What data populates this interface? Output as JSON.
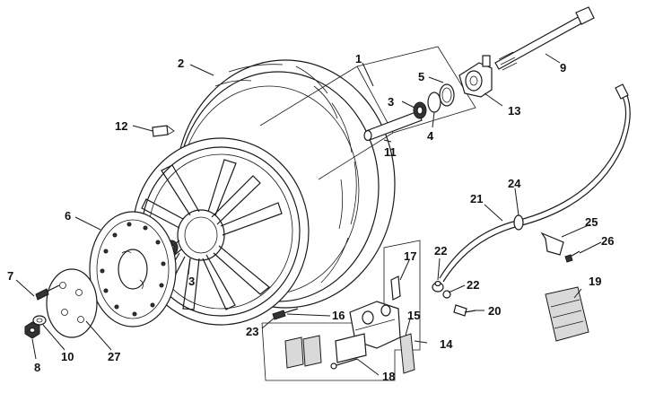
{
  "callouts": [
    {
      "id": "c1",
      "text": "1"
    },
    {
      "id": "c2",
      "text": "2"
    },
    {
      "id": "c3a",
      "text": "3"
    },
    {
      "id": "c5",
      "text": "5"
    },
    {
      "id": "c9",
      "text": "9"
    },
    {
      "id": "c13",
      "text": "13"
    },
    {
      "id": "c4",
      "text": "4"
    },
    {
      "id": "c11",
      "text": "11"
    },
    {
      "id": "c12",
      "text": "12"
    },
    {
      "id": "c6",
      "text": "6"
    },
    {
      "id": "c3b",
      "text": "3"
    },
    {
      "id": "c7",
      "text": "7"
    },
    {
      "id": "c8",
      "text": "8"
    },
    {
      "id": "c10",
      "text": "10"
    },
    {
      "id": "c27",
      "text": "27"
    },
    {
      "id": "c23",
      "text": "23"
    },
    {
      "id": "c16",
      "text": "16"
    },
    {
      "id": "c17",
      "text": "17"
    },
    {
      "id": "c15",
      "text": "15"
    },
    {
      "id": "c14",
      "text": "14"
    },
    {
      "id": "c18",
      "text": "18"
    },
    {
      "id": "c21",
      "text": "21"
    },
    {
      "id": "c24",
      "text": "24"
    },
    {
      "id": "c25",
      "text": "25"
    },
    {
      "id": "c26",
      "text": "26"
    },
    {
      "id": "c22a",
      "text": "22"
    },
    {
      "id": "c22b",
      "text": "22"
    },
    {
      "id": "c20",
      "text": "20"
    },
    {
      "id": "c19",
      "text": "19"
    }
  ]
}
